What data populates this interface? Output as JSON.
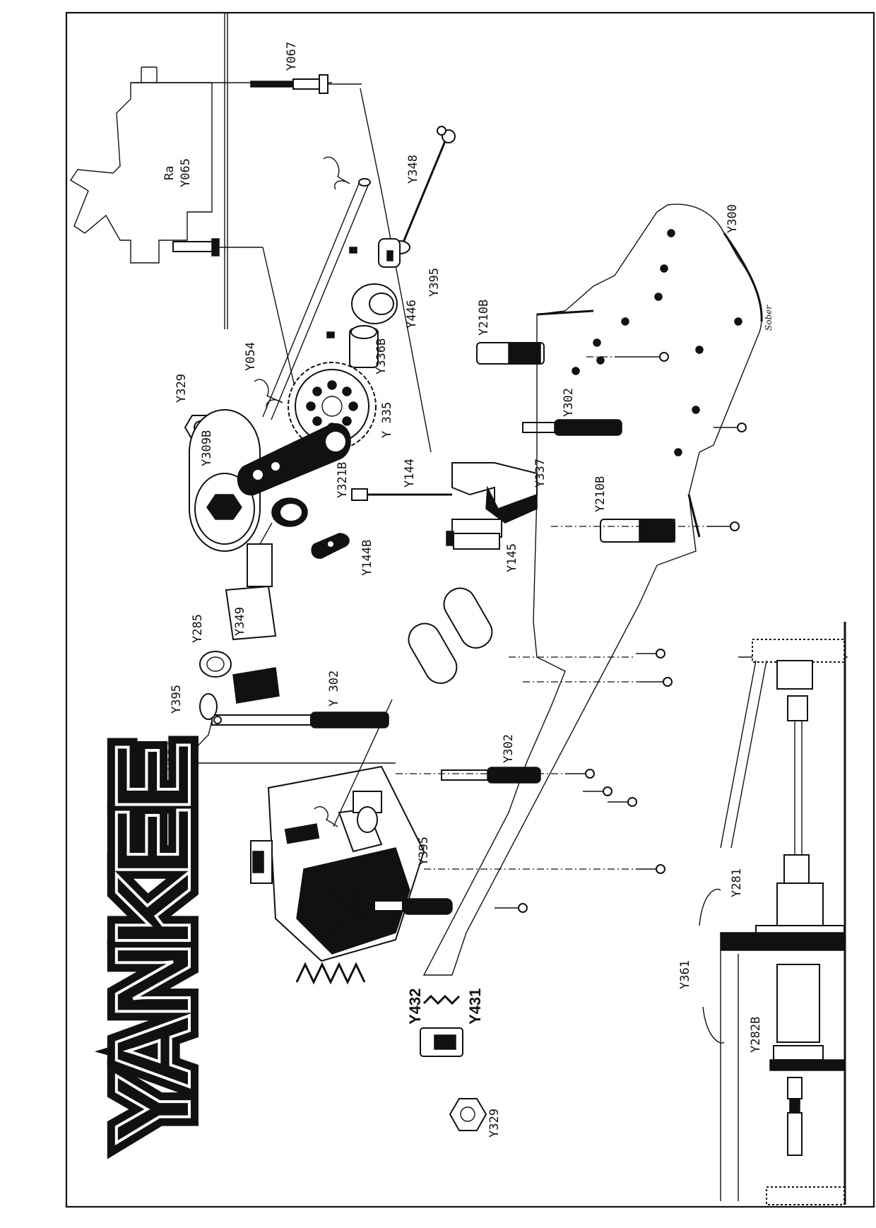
{
  "logo": {
    "text": "YANKEE"
  },
  "parts": {
    "y067": "Y067",
    "y065": "Y065",
    "y065_mark": "Ra",
    "y348": "Y348",
    "y300": "Y300",
    "y395_a": "Y395",
    "y446": "Y446",
    "y336b": "Y336B",
    "y054": "Y054",
    "y210b_a": "Y210B",
    "y329_a": "Y329",
    "y335": "Y 335",
    "y302_a": "Y302",
    "y309b": "Y309B",
    "y321b": "Y321B",
    "y144": "Y144",
    "y337": "Y337",
    "y210b_b": "Y210B",
    "y145": "Y145",
    "y144b": "Y144B",
    "y285": "Y285",
    "y349": "Y349",
    "y395_b": "Y395",
    "y302_b": "Y 302",
    "y284": "Y284",
    "y302_c": "Y302",
    "y395_c": "Y395",
    "y281": "Y281",
    "y361": "Y361",
    "y282b": "Y282B",
    "y432": "Y432",
    "y431": "Y431",
    "y329_b": "Y329"
  },
  "signature": "Sober"
}
